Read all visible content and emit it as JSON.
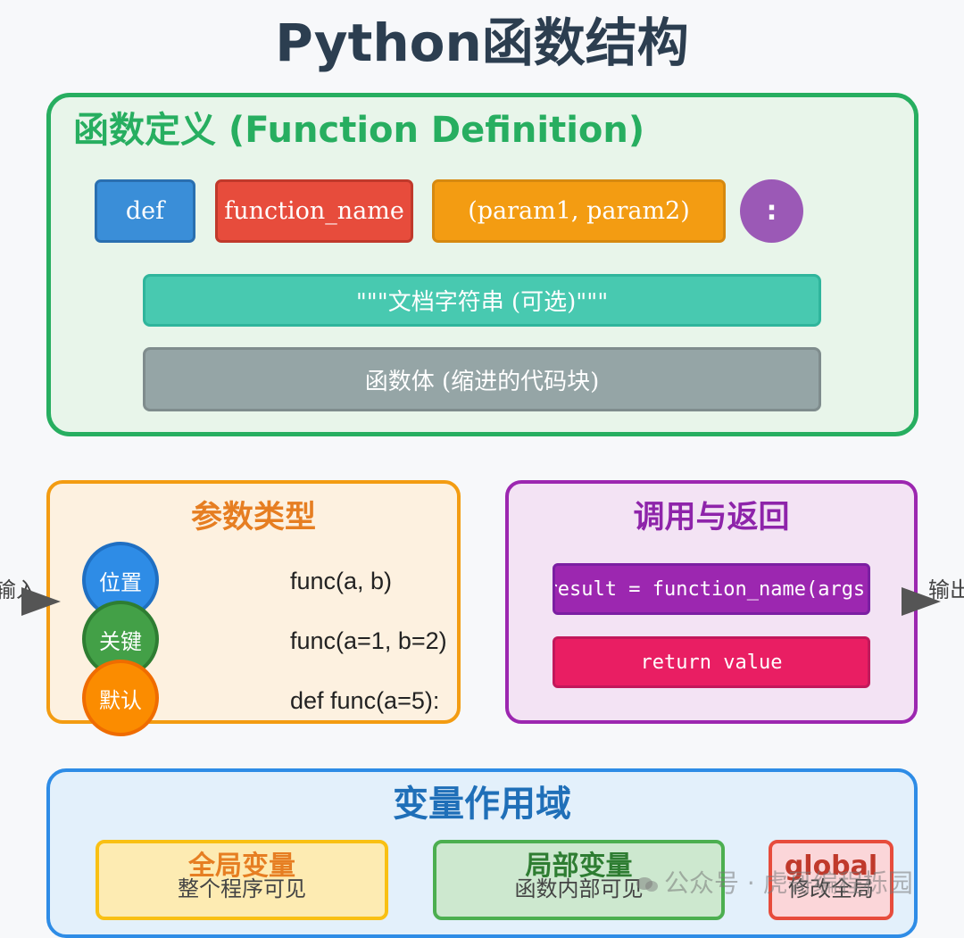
{
  "title": "Python函数结构",
  "definition": {
    "title": "函数定义 (Function Definition)",
    "keyword": "def",
    "name": "function_name",
    "params": "(param1, param2)",
    "colon": ":",
    "docstring": "\"\"\"文档字符串 (可选)\"\"\"",
    "body": "函数体 (缩进的代码块)"
  },
  "params_section": {
    "title": "参数类型",
    "items": [
      {
        "label": "位置",
        "example": "func(a, b)"
      },
      {
        "label": "关键",
        "example": "func(a=1, b=2)"
      },
      {
        "label": "默认",
        "example": "def func(a=5):"
      }
    ]
  },
  "call_section": {
    "title": "调用与返回",
    "call": "result = function_name(args)",
    "return": "return value"
  },
  "flow": {
    "input_label": "输入",
    "output_label": "输出"
  },
  "scope_section": {
    "title": "变量作用域",
    "cards": [
      {
        "title": "全局变量",
        "desc": "整个程序可见"
      },
      {
        "title": "局部变量",
        "desc": "函数内部可见"
      },
      {
        "title": "global",
        "desc": "修改全局"
      }
    ]
  },
  "watermark": "公众号 · 虎哥编程栎园",
  "colors": {
    "definition": "#27ae60",
    "params": "#f39c12",
    "call": "#9c27b0",
    "scope": "#2e8ce6"
  }
}
